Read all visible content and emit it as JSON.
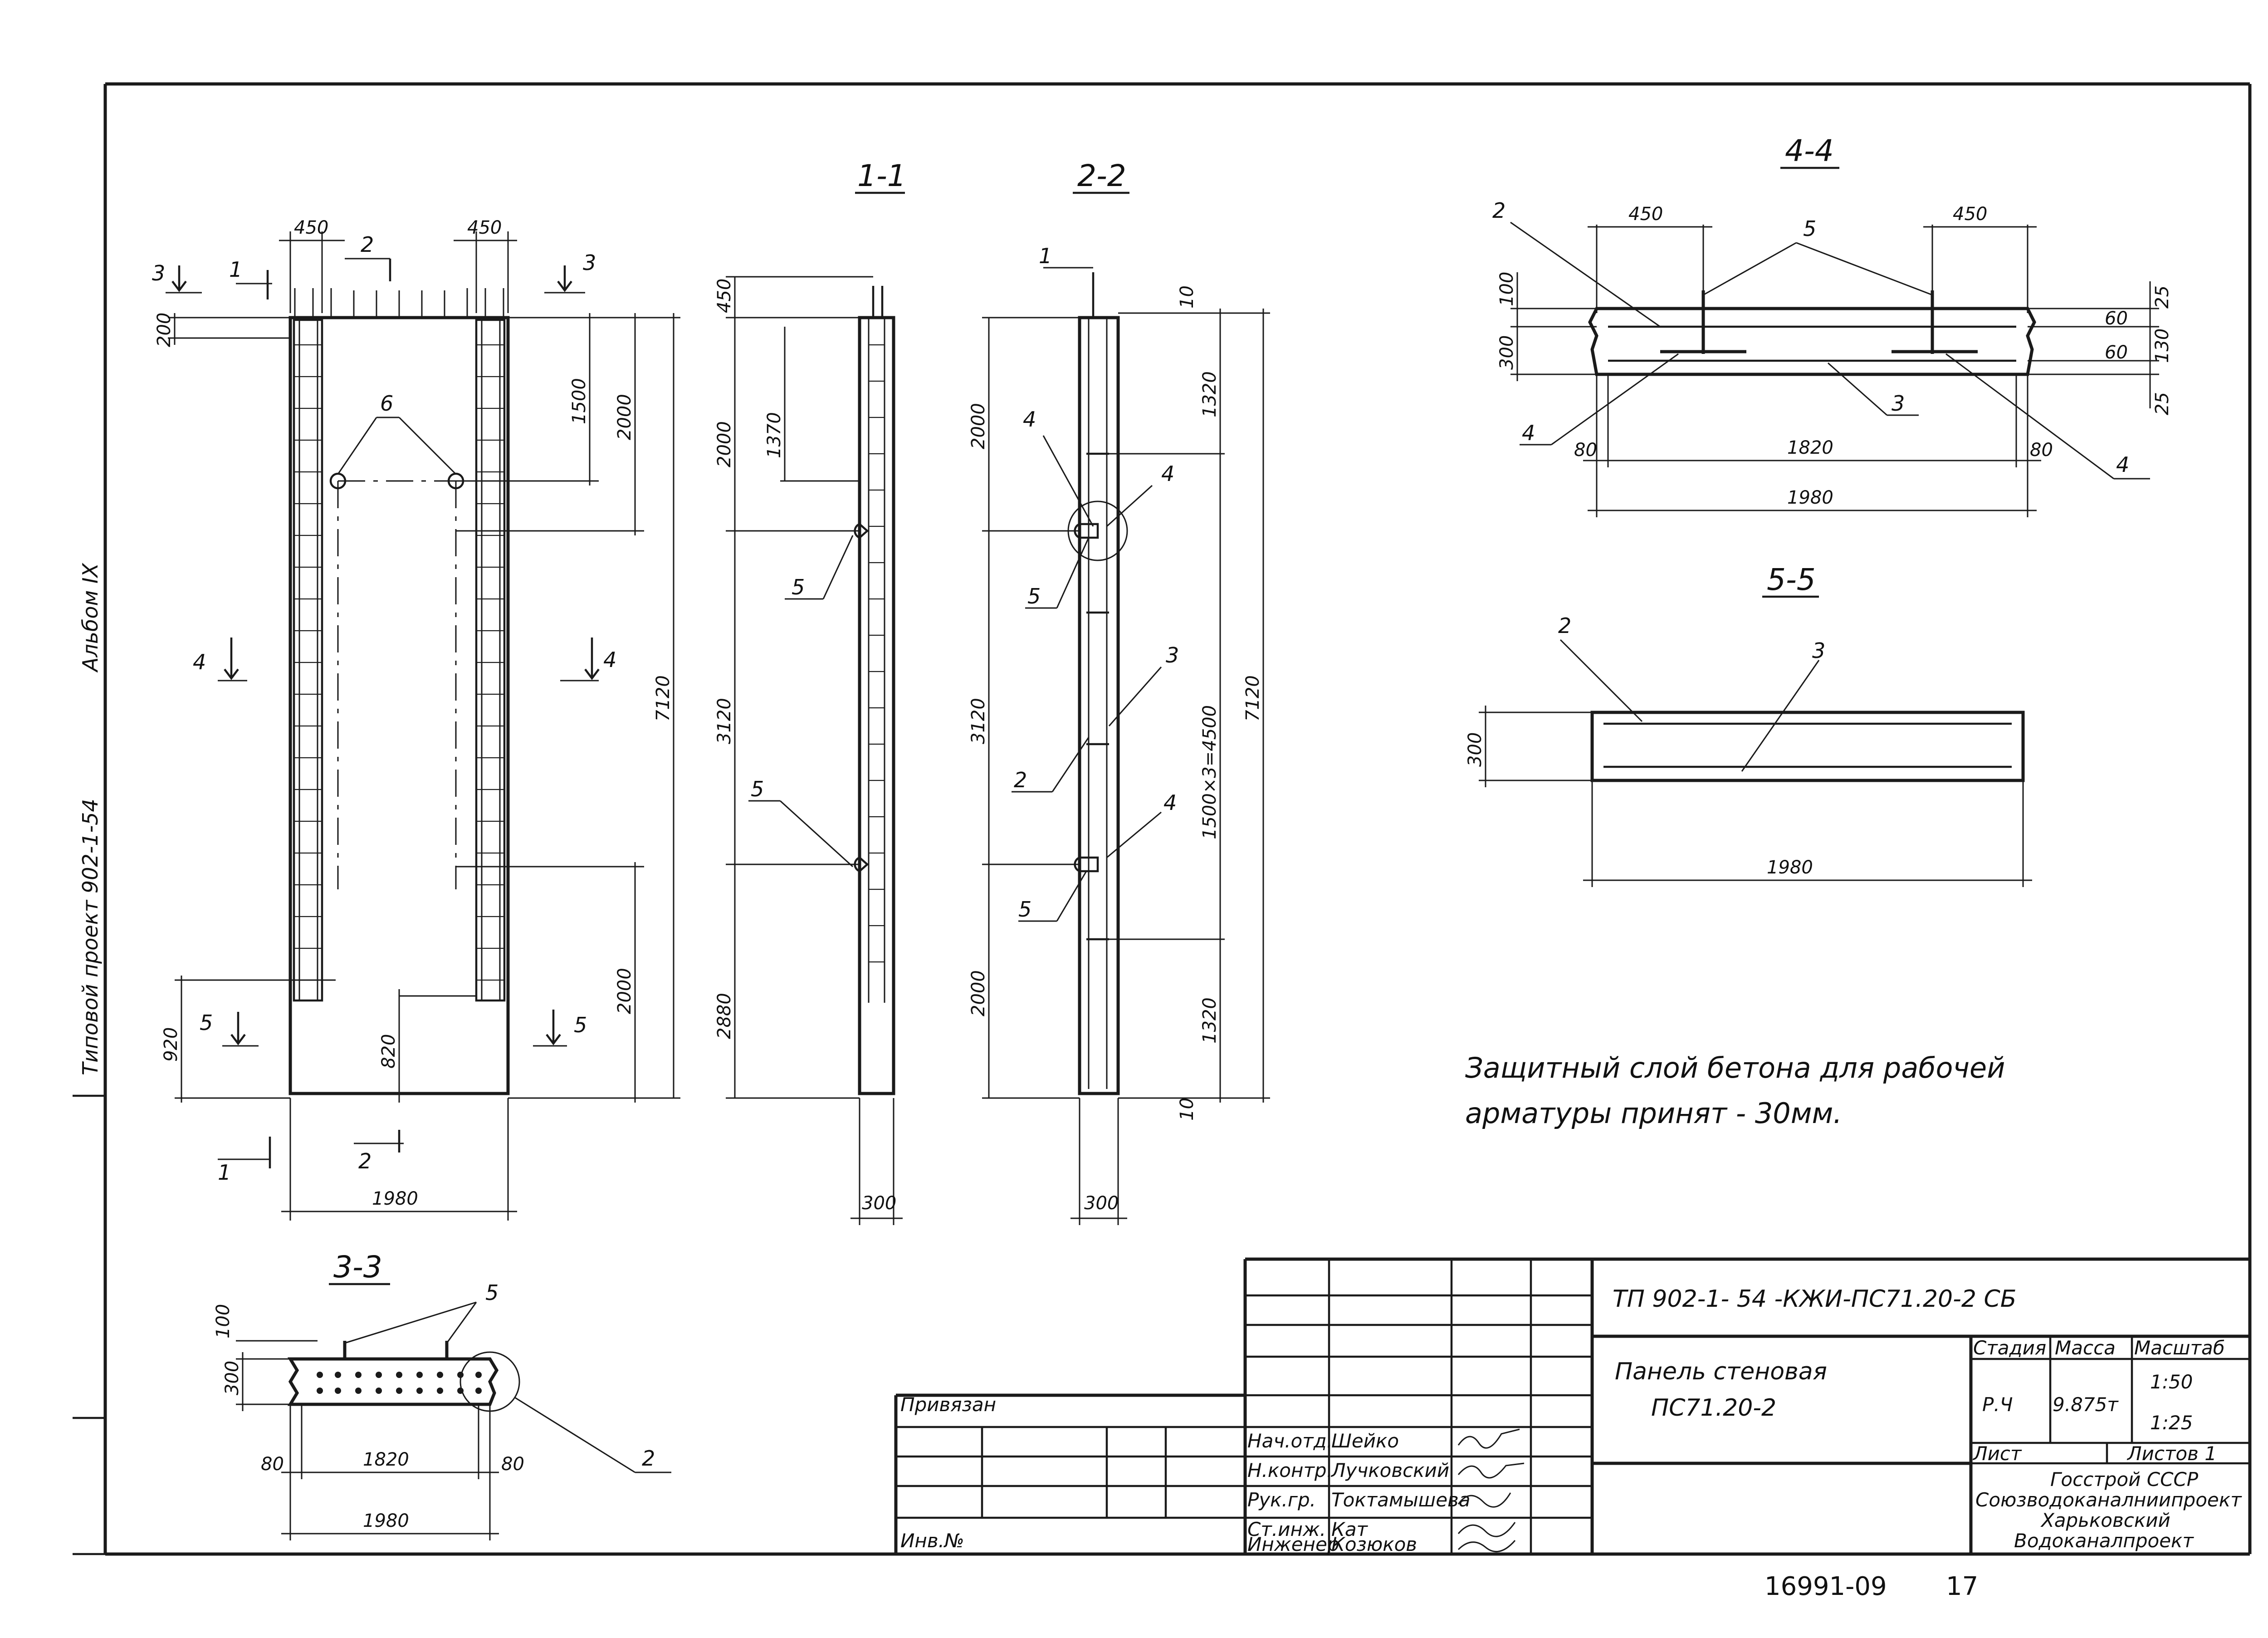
{
  "sections": {
    "s11": "1-1",
    "s22": "2-2",
    "s33": "3-3",
    "s44": "4-4",
    "s55": "5-5"
  },
  "elevation": {
    "top_left_dim": "450",
    "top_right_dim": "450",
    "width_dim": "1980",
    "dim_200": "200",
    "dim_1500": "1500",
    "dim_2000_top": "2000",
    "dim_7120": "7120",
    "dim_920": "920",
    "dim_820": "820",
    "dim_2000_bottom": "2000",
    "mark_1": "1",
    "mark_2": "2",
    "mark_3": "3",
    "mark_4": "4",
    "mark_5": "5",
    "mark_6": "6"
  },
  "section_11": {
    "dim_450": "450",
    "dim_2000": "2000",
    "dim_1370": "1370",
    "dim_3120": "3120",
    "dim_2880": "2880",
    "dim_300": "300",
    "mark_5a": "5",
    "mark_5b": "5"
  },
  "section_22": {
    "dim_2000_top": "2000",
    "dim_3120": "3120",
    "dim_2000_bottom": "2000",
    "dim_10_top": "10",
    "dim_1320_top": "1320",
    "dim_4500": "1500×3=4500",
    "dim_1320_bottom": "1320",
    "dim_7120": "7120",
    "dim_10_bottom": "10",
    "dim_300": "300",
    "mark_1": "1",
    "mark_2": "2",
    "mark_3": "3",
    "mark_4a": "4",
    "mark_4b": "4",
    "mark_4c": "4",
    "mark_5a": "5",
    "mark_5b": "5"
  },
  "section_44": {
    "dim_450_left": "450",
    "dim_450_right": "450",
    "dim_100": "100",
    "dim_300": "300",
    "dim_25_top": "25",
    "dim_60_top": "60",
    "dim_130": "130",
    "dim_60_bottom": "60",
    "dim_25_bottom": "25",
    "dim_80_left": "80",
    "dim_1820": "1820",
    "dim_80_right": "80",
    "dim_1980": "1980",
    "mark_2": "2",
    "mark_5": "5",
    "mark_3": "3",
    "mark_4_left": "4",
    "mark_4_right": "4"
  },
  "section_55": {
    "dim_300": "300",
    "dim_1980": "1980",
    "mark_2": "2",
    "mark_3": "3"
  },
  "section_33": {
    "dim_300": "300",
    "dim_100": "100",
    "dim_80_left": "80",
    "dim_1820": "1820",
    "dim_80_right": "80",
    "dim_1980": "1980",
    "mark_5": "5",
    "mark_2": "2"
  },
  "note": {
    "line1": "Защитный слой бетона для рабочей",
    "line2": "арматуры  принят - 30мм."
  },
  "margin": {
    "album_label": "Альбом IX",
    "project_label": "Типовой проект 902-1-54"
  },
  "title_block": {
    "doc_code": "ТП 902-1- 54   -КЖИ-ПС71.20-2 СБ",
    "name_line1": "Панель стеновая",
    "name_line2": "ПС71.20-2",
    "h_stage": "Стадия",
    "h_mass": "Масса",
    "h_scale": "Масштаб",
    "stage": "Р.Ч",
    "mass": "9.875т",
    "scale1": "1:50",
    "scale2": "1:25",
    "sheet_label": "Лист",
    "sheets_label": "Листов 1",
    "org1": "Госстрой СССР",
    "org2": "Союзводоканалниипроект",
    "org3": "Харьковский",
    "org4": "Водоканалпроект",
    "privyazan": "Привязан",
    "inv": "Инв.№",
    "roles": [
      "Нач.отд.",
      "Н.контр.",
      "Рук.гр.",
      "Ст.инж.",
      "Инженер"
    ],
    "names": [
      "Шейко",
      "Лучковский",
      "Токтамышева",
      "Кат",
      "Козюков"
    ]
  },
  "footer": {
    "archive": "16991-09",
    "page": "17"
  }
}
